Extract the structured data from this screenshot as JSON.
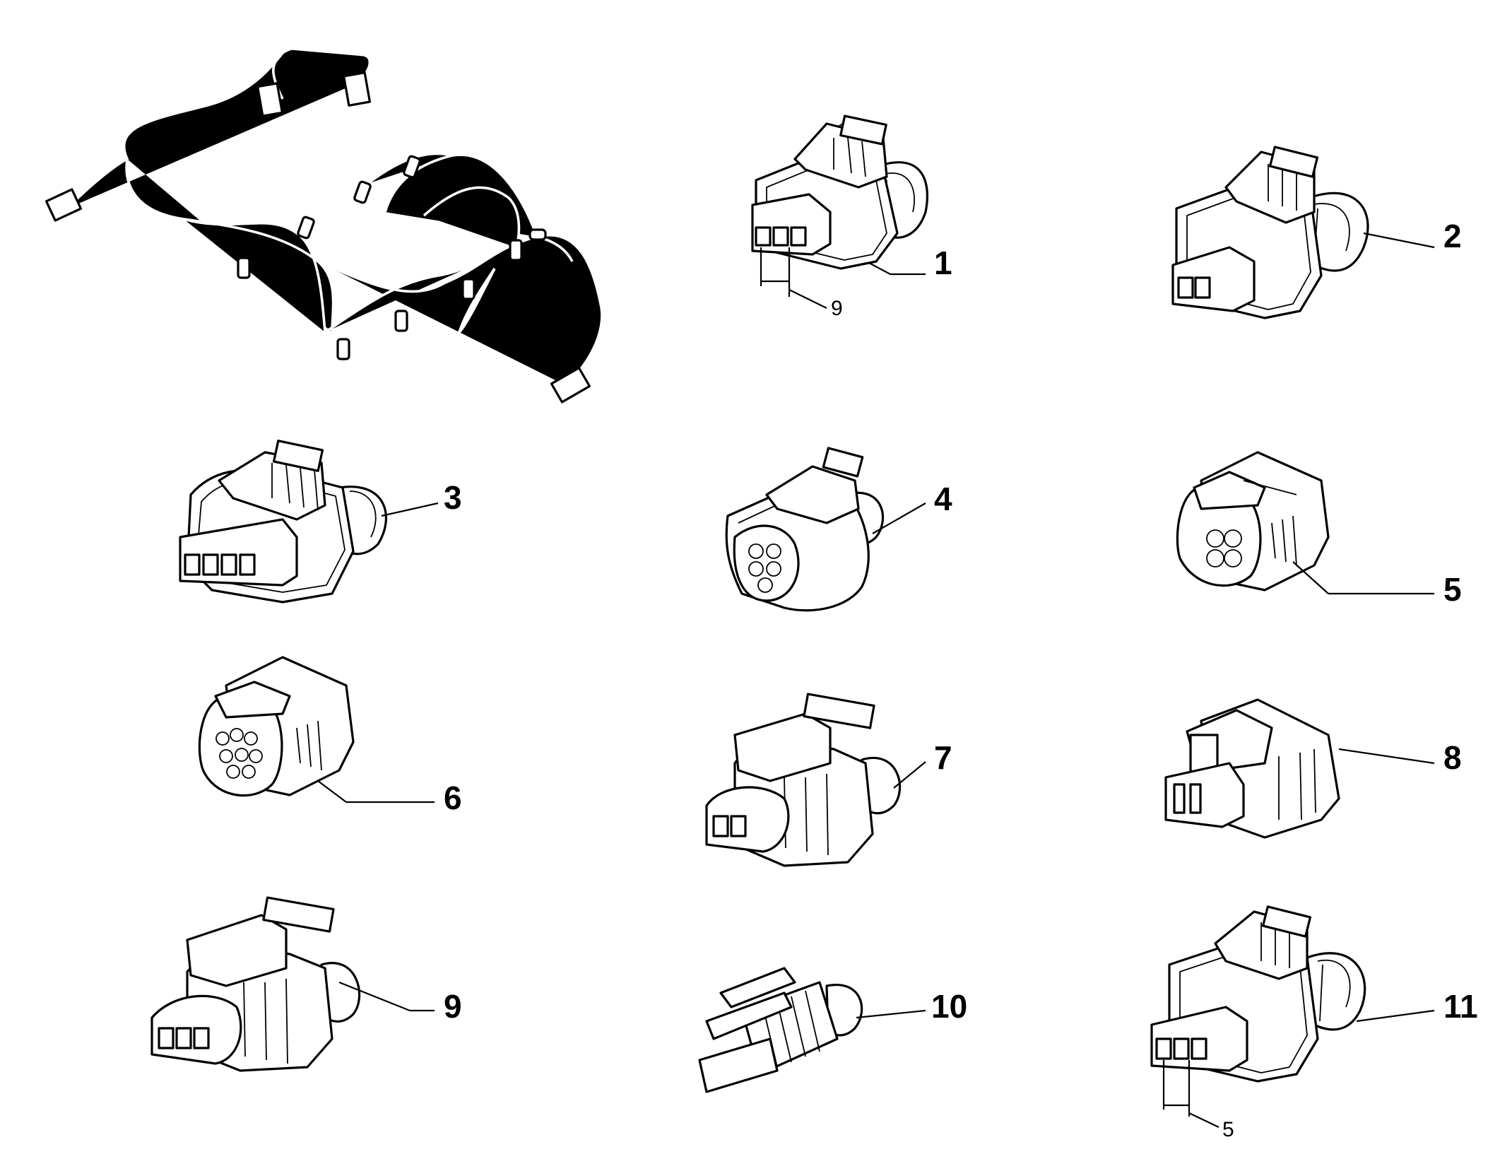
{
  "diagram": {
    "parts": [
      {
        "label": "1",
        "dimension": "9"
      },
      {
        "label": "2"
      },
      {
        "label": "3"
      },
      {
        "label": "4"
      },
      {
        "label": "5"
      },
      {
        "label": "6"
      },
      {
        "label": "7"
      },
      {
        "label": "8"
      },
      {
        "label": "9"
      },
      {
        "label": "10"
      },
      {
        "label": "11",
        "dimension": "5"
      }
    ]
  }
}
